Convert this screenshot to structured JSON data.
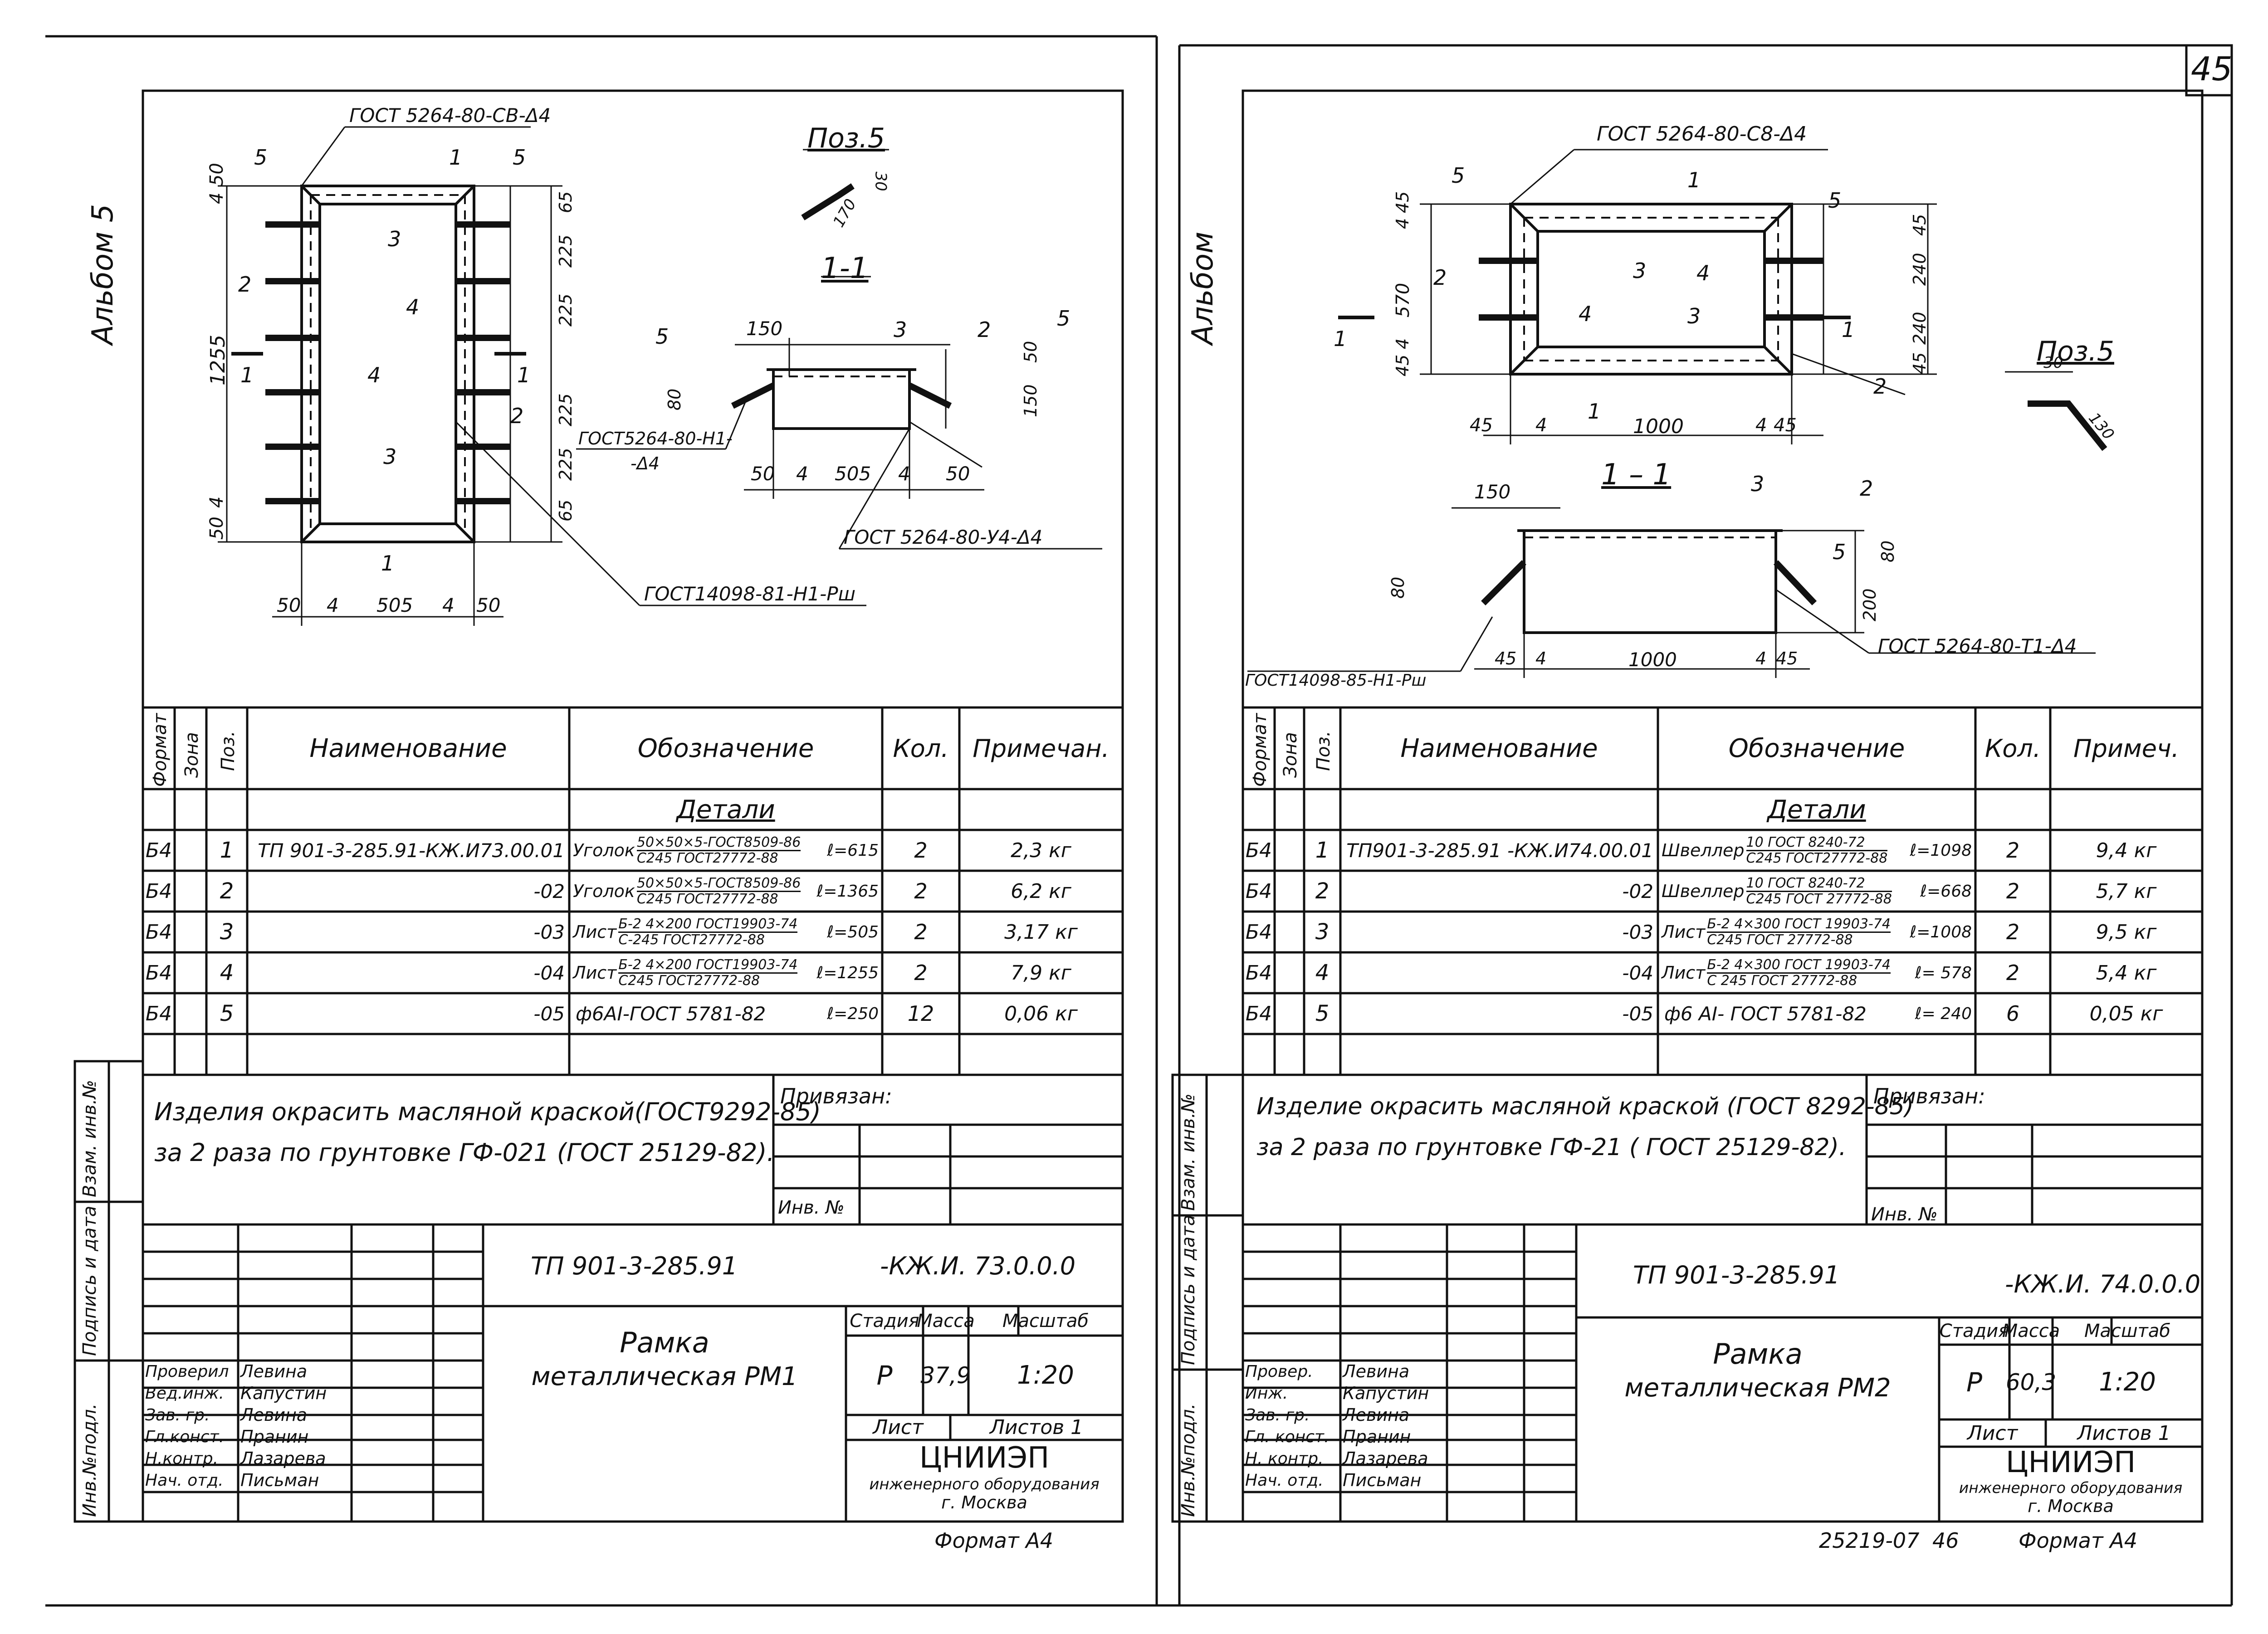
{
  "page_number": "45",
  "bottom": {
    "doc_code": "25219-07",
    "sheet_no": "46"
  },
  "sheets": [
    {
      "side_label": "Альбом 5",
      "drawing": {
        "gost_top": "ГОСТ 5264-80-СВ-Δ4",
        "poz_label": "Поз.5",
        "poz_dims": [
          "170",
          "30"
        ],
        "section": "1-1",
        "gost_weld_left": "ГОСТ5264-80-Н1-",
        "gost_weld_left2": "-Δ4",
        "gost_weld_right": "ГОСТ 5264-80-У4-Δ4",
        "gost_bottom": "ГОСТ14098-81-Н1-Рш",
        "dims_bottom": [
          "50",
          "4",
          "505",
          "4",
          "50"
        ],
        "dims_section": [
          "50",
          "4",
          "505",
          "4",
          "50"
        ],
        "dims_right": [
          "65",
          "225",
          "225",
          "225",
          "225",
          "65"
        ],
        "dims_left": [
          "4",
          "50",
          "1255",
          "50",
          "4"
        ],
        "section_top": [
          "150",
          "3",
          "2",
          "5",
          "5"
        ],
        "callouts": [
          "5",
          "1",
          "5",
          "3",
          "2",
          "4",
          "4",
          "2",
          "3",
          "1",
          "1",
          "1",
          "80",
          "50",
          "150"
        ]
      },
      "table": {
        "headers": [
          "Формат",
          "Зона",
          "Поз.",
          "Наименование",
          "Обозначение",
          "Кол.",
          "Примечан."
        ],
        "section_title": "Детали",
        "rows": [
          {
            "fmt": "Б4",
            "pos": "1",
            "name": "ТП 901-3-285.91-КЖ.И73.00.01",
            "type": "Уголок",
            "num": "50×50×5-ГОСТ8509-86",
            "den": "С245 ГОСТ27772-88",
            "len": "ℓ=615",
            "qty": "2",
            "note": "2,3 кг"
          },
          {
            "fmt": "Б4",
            "pos": "2",
            "name": "-02",
            "type": "Уголок",
            "num": "50×50×5-ГОСТ8509-86",
            "den": "С245 ГОСТ27772-88",
            "len": "ℓ=1365",
            "qty": "2",
            "note": "6,2 кг"
          },
          {
            "fmt": "Б4",
            "pos": "3",
            "name": "-03",
            "type": "Лист",
            "num": "Б-2 4×200 ГОСТ19903-74",
            "den": "С-245 ГОСТ27772-88",
            "len": "ℓ=505",
            "qty": "2",
            "note": "3,17 кг"
          },
          {
            "fmt": "Б4",
            "pos": "4",
            "name": "-04",
            "type": "Лист",
            "num": "Б-2 4×200 ГОСТ19903-74",
            "den": "С245 ГОСТ27772-88",
            "len": "ℓ=1255",
            "qty": "2",
            "note": "7,9 кг"
          },
          {
            "fmt": "Б4",
            "pos": "5",
            "name": "-05",
            "type": "",
            "num": "ф6АI-ГОСТ 5781-82",
            "den": "",
            "len": "ℓ=250",
            "qty": "12",
            "note": "0,06 кг"
          }
        ]
      },
      "note": [
        "Изделия окрасить масляной краской(ГОСТ9292-85)",
        "за 2 раза по грунтовке ГФ-021 (ГОСТ 25129-82)."
      ],
      "privyazan": "Привязан:",
      "inv_no": "Инв. №",
      "side_columns": [
        "Взам. инв.№",
        "Подпись и дата",
        "Инв.№подл."
      ],
      "title_block": {
        "code": "ТП 901-3-285.91",
        "code2": "-КЖ.И. 73.0.0.0",
        "title1": "Рамка",
        "title2": "металлическая РМ1",
        "stage_h": "Стадия",
        "mass_h": "Масса",
        "scale_h": "Масштаб",
        "stage": "Р",
        "mass": "37,9",
        "scale": "1:20",
        "sheet_h": "Лист",
        "sheets_h": "Листов 1",
        "org": "ЦНИИЭП",
        "org2": "инженерного оборудования",
        "org3": "г. Москва",
        "roles": [
          "Проверил",
          "Вед.инж.",
          "Зав. гр.",
          "Гл.конст.",
          "Н.контр.",
          "Нач. отд."
        ],
        "names": [
          "Левина",
          "Капустин",
          "Левина",
          "Пранин",
          "Лазарева",
          "Письман"
        ]
      },
      "format": "Формат А4"
    },
    {
      "side_label": "Альбом",
      "drawing": {
        "gost_top": "ГОСТ 5264-80-С8-Δ4",
        "poz_label": "Поз.5",
        "poz_dims": [
          "30",
          "130"
        ],
        "section": "1 – 1",
        "gost_weld_right": "ГОСТ 5264-80-Т1-Δ4",
        "gost_bottom": "ГОСТ14098-85-Н1-Рш",
        "dims_bottom": [
          "45",
          "4",
          "1000",
          "4",
          "45"
        ],
        "dims_section": [
          "45",
          "4",
          "1000",
          "4",
          "45"
        ],
        "dims_right": [
          "45",
          "240",
          "240",
          "45"
        ],
        "dims_left": [
          "4",
          "45",
          "570",
          "45",
          "4"
        ],
        "section_side": [
          "80",
          "200"
        ],
        "callouts": [
          "5",
          "1",
          "5",
          "3",
          "4",
          "2",
          "4",
          "3",
          "1",
          "2",
          "1",
          "1",
          "150",
          "3",
          "2",
          "5",
          "80"
        ]
      },
      "table": {
        "headers": [
          "Формат",
          "Зона",
          "Поз.",
          "Наименование",
          "Обозначение",
          "Кол.",
          "Примеч."
        ],
        "section_title": "Детали",
        "rows": [
          {
            "fmt": "Б4",
            "pos": "1",
            "name": "ТП901-3-285.91 -КЖ.И74.00.01",
            "type": "Швеллер",
            "num": "10 ГОСТ 8240-72",
            "den": "С245 ГОСТ27772-88",
            "len": "ℓ=1098",
            "qty": "2",
            "note": "9,4 кг"
          },
          {
            "fmt": "Б4",
            "pos": "2",
            "name": "-02",
            "type": "Швеллер",
            "num": "10 ГОСТ 8240-72",
            "den": "С245 ГОСТ 27772-88",
            "len": "ℓ=668",
            "qty": "2",
            "note": "5,7 кг"
          },
          {
            "fmt": "Б4",
            "pos": "3",
            "name": "-03",
            "type": "Лист",
            "num": "Б-2 4×300 ГОСТ 19903-74",
            "den": "С245 ГОСТ 27772-88",
            "len": "ℓ=1008",
            "qty": "2",
            "note": "9,5 кг"
          },
          {
            "fmt": "Б4",
            "pos": "4",
            "name": "-04",
            "type": "Лист",
            "num": "Б-2 4×300 ГОСТ 19903-74",
            "den": "С 245 ГОСТ 27772-88",
            "len": "ℓ= 578",
            "qty": "2",
            "note": "5,4 кг"
          },
          {
            "fmt": "Б4",
            "pos": "5",
            "name": "-05",
            "type": "",
            "num": "ф6 АI- ГОСТ 5781-82",
            "den": "",
            "len": "ℓ= 240",
            "qty": "6",
            "note": "0,05 кг"
          }
        ]
      },
      "note": [
        "Изделие окрасить масляной краской (ГОСТ 8292-85)",
        "за 2 раза по грунтовке ГФ-21 ( ГОСТ 25129-82)."
      ],
      "privyazan": "Привязан:",
      "inv_no": "Инв. №",
      "side_columns": [
        "Взам. инв.№",
        "Подпись и дата",
        "Инв.№подл."
      ],
      "title_block": {
        "code": "ТП 901-3-285.91",
        "code2": "-КЖ.И. 74.0.0.0",
        "title1": "Рамка",
        "title2": "металлическая РМ2",
        "stage_h": "Стадия",
        "mass_h": "Масса",
        "scale_h": "Масштаб",
        "stage": "Р",
        "mass": "60,3",
        "scale": "1:20",
        "sheet_h": "Лист",
        "sheets_h": "Листов 1",
        "org": "ЦНИИЭП",
        "org2": "инженерного оборудования",
        "org3": "г. Москва",
        "roles": [
          "Провер.",
          "Инж.",
          "Зав. гр.",
          "Гл. конст.",
          "Н. контр.",
          "Нач. отд."
        ],
        "names": [
          "Левина",
          "Капустин",
          "Левина",
          "Пранин",
          "Лазарева",
          "Письман"
        ]
      },
      "format": "Формат А4"
    }
  ]
}
